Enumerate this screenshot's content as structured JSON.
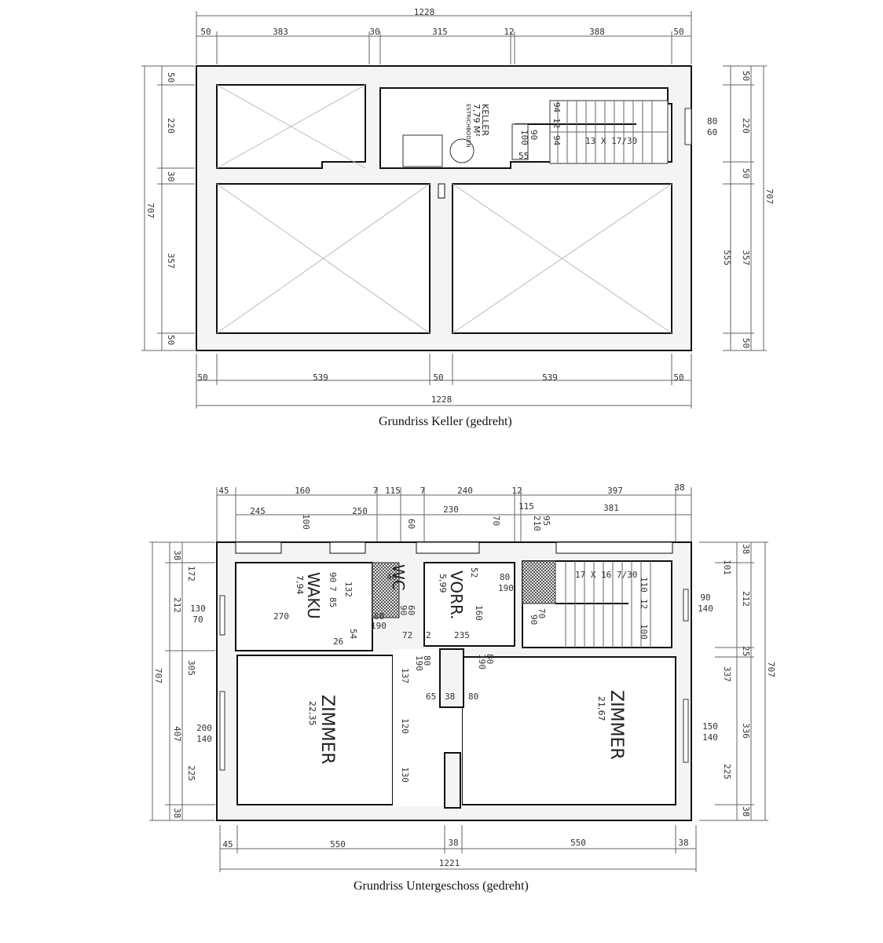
{
  "captions": {
    "keller": "Grundriss Keller (gedreht)",
    "ug": "Grundriss Untergeschoss (gedreht)"
  },
  "keller": {
    "top_total": "1228",
    "top_dims": [
      "50",
      "383",
      "30",
      "315",
      "12",
      "388",
      "50"
    ],
    "bottom_dims": [
      "50",
      "539",
      "50",
      "539",
      "50"
    ],
    "bottom_total": "1228",
    "left_dims": [
      "50",
      "220",
      "30",
      "357",
      "50"
    ],
    "left_total": "707",
    "right_dims": [
      "50",
      "220",
      "50",
      "357",
      "50"
    ],
    "right_total": "707",
    "right_inner": "555",
    "right_window": [
      "80",
      "60"
    ],
    "keller_room": {
      "name": "KELLER",
      "area": "7,79 M²",
      "note": "ESTRICHBODEN"
    },
    "stair": {
      "label": "13 X 17/30",
      "dims": [
        "94",
        "12",
        "94",
        "90",
        "100",
        "55"
      ]
    }
  },
  "ug": {
    "top_row1": [
      "45",
      "160",
      "7",
      "115",
      "7",
      "240",
      "12",
      "397",
      "38"
    ],
    "top_row2": [
      "245",
      "100",
      "250",
      "60",
      "230",
      "70",
      "115",
      "210",
      "95",
      "381"
    ],
    "bottom_dims": [
      "45",
      "550",
      "38",
      "550",
      "38"
    ],
    "bottom_total": "1221",
    "left_dims": [
      "38",
      "172",
      "212",
      "130",
      "70",
      "305",
      "407",
      "200",
      "140",
      "225",
      "38"
    ],
    "left_total": "707",
    "right_dims": [
      "38",
      "101",
      "212",
      "90",
      "140",
      "25",
      "337",
      "150",
      "140",
      "336",
      "225",
      "38"
    ],
    "right_total": "707",
    "rooms": {
      "waku": {
        "name": "WAKU",
        "area": "7,94",
        "dims": [
          "90",
          "7",
          "85",
          "132",
          "270",
          "54",
          "26",
          "80",
          "190"
        ]
      },
      "wc": {
        "name": "WC",
        "dims": [
          "40",
          "60",
          "90"
        ]
      },
      "vorr": {
        "name": "VORR.",
        "area": "5,99",
        "dims": [
          "52",
          "160",
          "80",
          "190",
          "72",
          "2",
          "235"
        ]
      },
      "zimmer_left": {
        "name": "ZIMMER",
        "area": "22,35"
      },
      "zimmer_right": {
        "name": "ZIMMER",
        "area": "21,67"
      },
      "stair": {
        "label": "17 X 16 7/30",
        "dims": [
          "110",
          "12",
          "100",
          "70",
          "90"
        ]
      },
      "corridor": [
        "80",
        "190",
        "137",
        "65",
        "38",
        "80",
        "120",
        "130",
        "80",
        "190"
      ]
    }
  }
}
